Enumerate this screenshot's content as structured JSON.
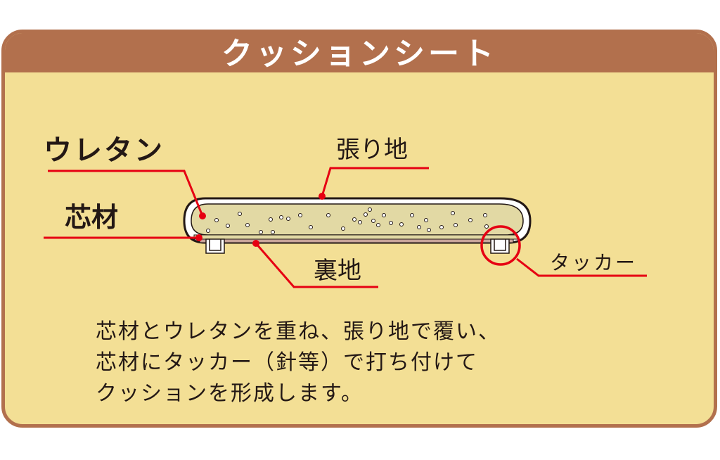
{
  "title": "クッションシート",
  "labels": {
    "urethane": "ウレタン",
    "core": "芯材",
    "cover": "張り地",
    "backing": "裏地",
    "tacker": "タッカー"
  },
  "description": [
    "芯材とウレタンを重ね、張り地で覆い、",
    "芯材にタッカー（針等）で打ち付けて",
    "クッションを形成します。"
  ],
  "colors": {
    "frame": "#b2704d",
    "background": "#f3df95",
    "leader_line": "#e60012",
    "cushion_fill": "#e2d9a4",
    "backing": "#c9a59a"
  }
}
